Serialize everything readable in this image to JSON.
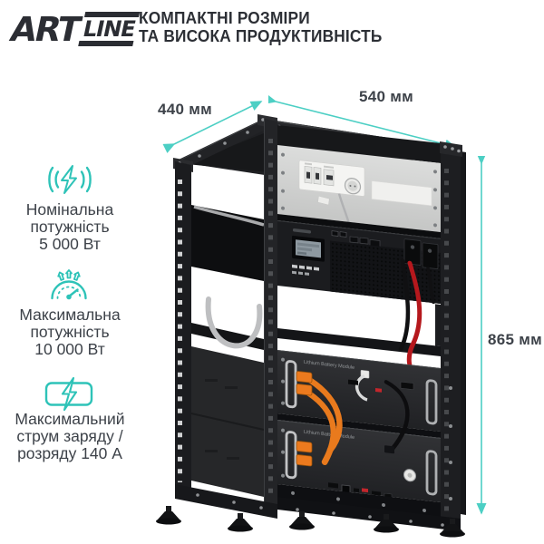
{
  "header": {
    "logo_part1": "ART",
    "logo_part2": "LINE",
    "tagline_line1": "КОМПАКТНІ РОЗМІРИ",
    "tagline_line2": "ТА ВИСОКА ПРОДУКТИВНІСТЬ"
  },
  "dimensions": {
    "depth_label": "440 мм",
    "width_label": "540 мм",
    "height_label": "865 мм"
  },
  "specs": [
    {
      "icon": "power-waves-icon",
      "line1": "Номінальна",
      "line2": "потужність",
      "line3": "5 000 Вт"
    },
    {
      "icon": "gauge-max-icon",
      "line1": "Максимальна",
      "line2": "потужність",
      "line3": "10 000 Вт"
    },
    {
      "icon": "battery-bolt-icon",
      "line1": "Максимальний",
      "line2": "струм заряду /",
      "line3": "розряду 140 А"
    }
  ],
  "photo": {
    "description": "rack power station with inverter and two battery modules",
    "battery_module_label": "Lithium Battery Module"
  },
  "colors": {
    "accent": "#2ec3b8",
    "arrow": "#4ccfc4",
    "text": "#3d4249",
    "logo": "#2b2d33",
    "cable_orange": "#e97a1d"
  }
}
